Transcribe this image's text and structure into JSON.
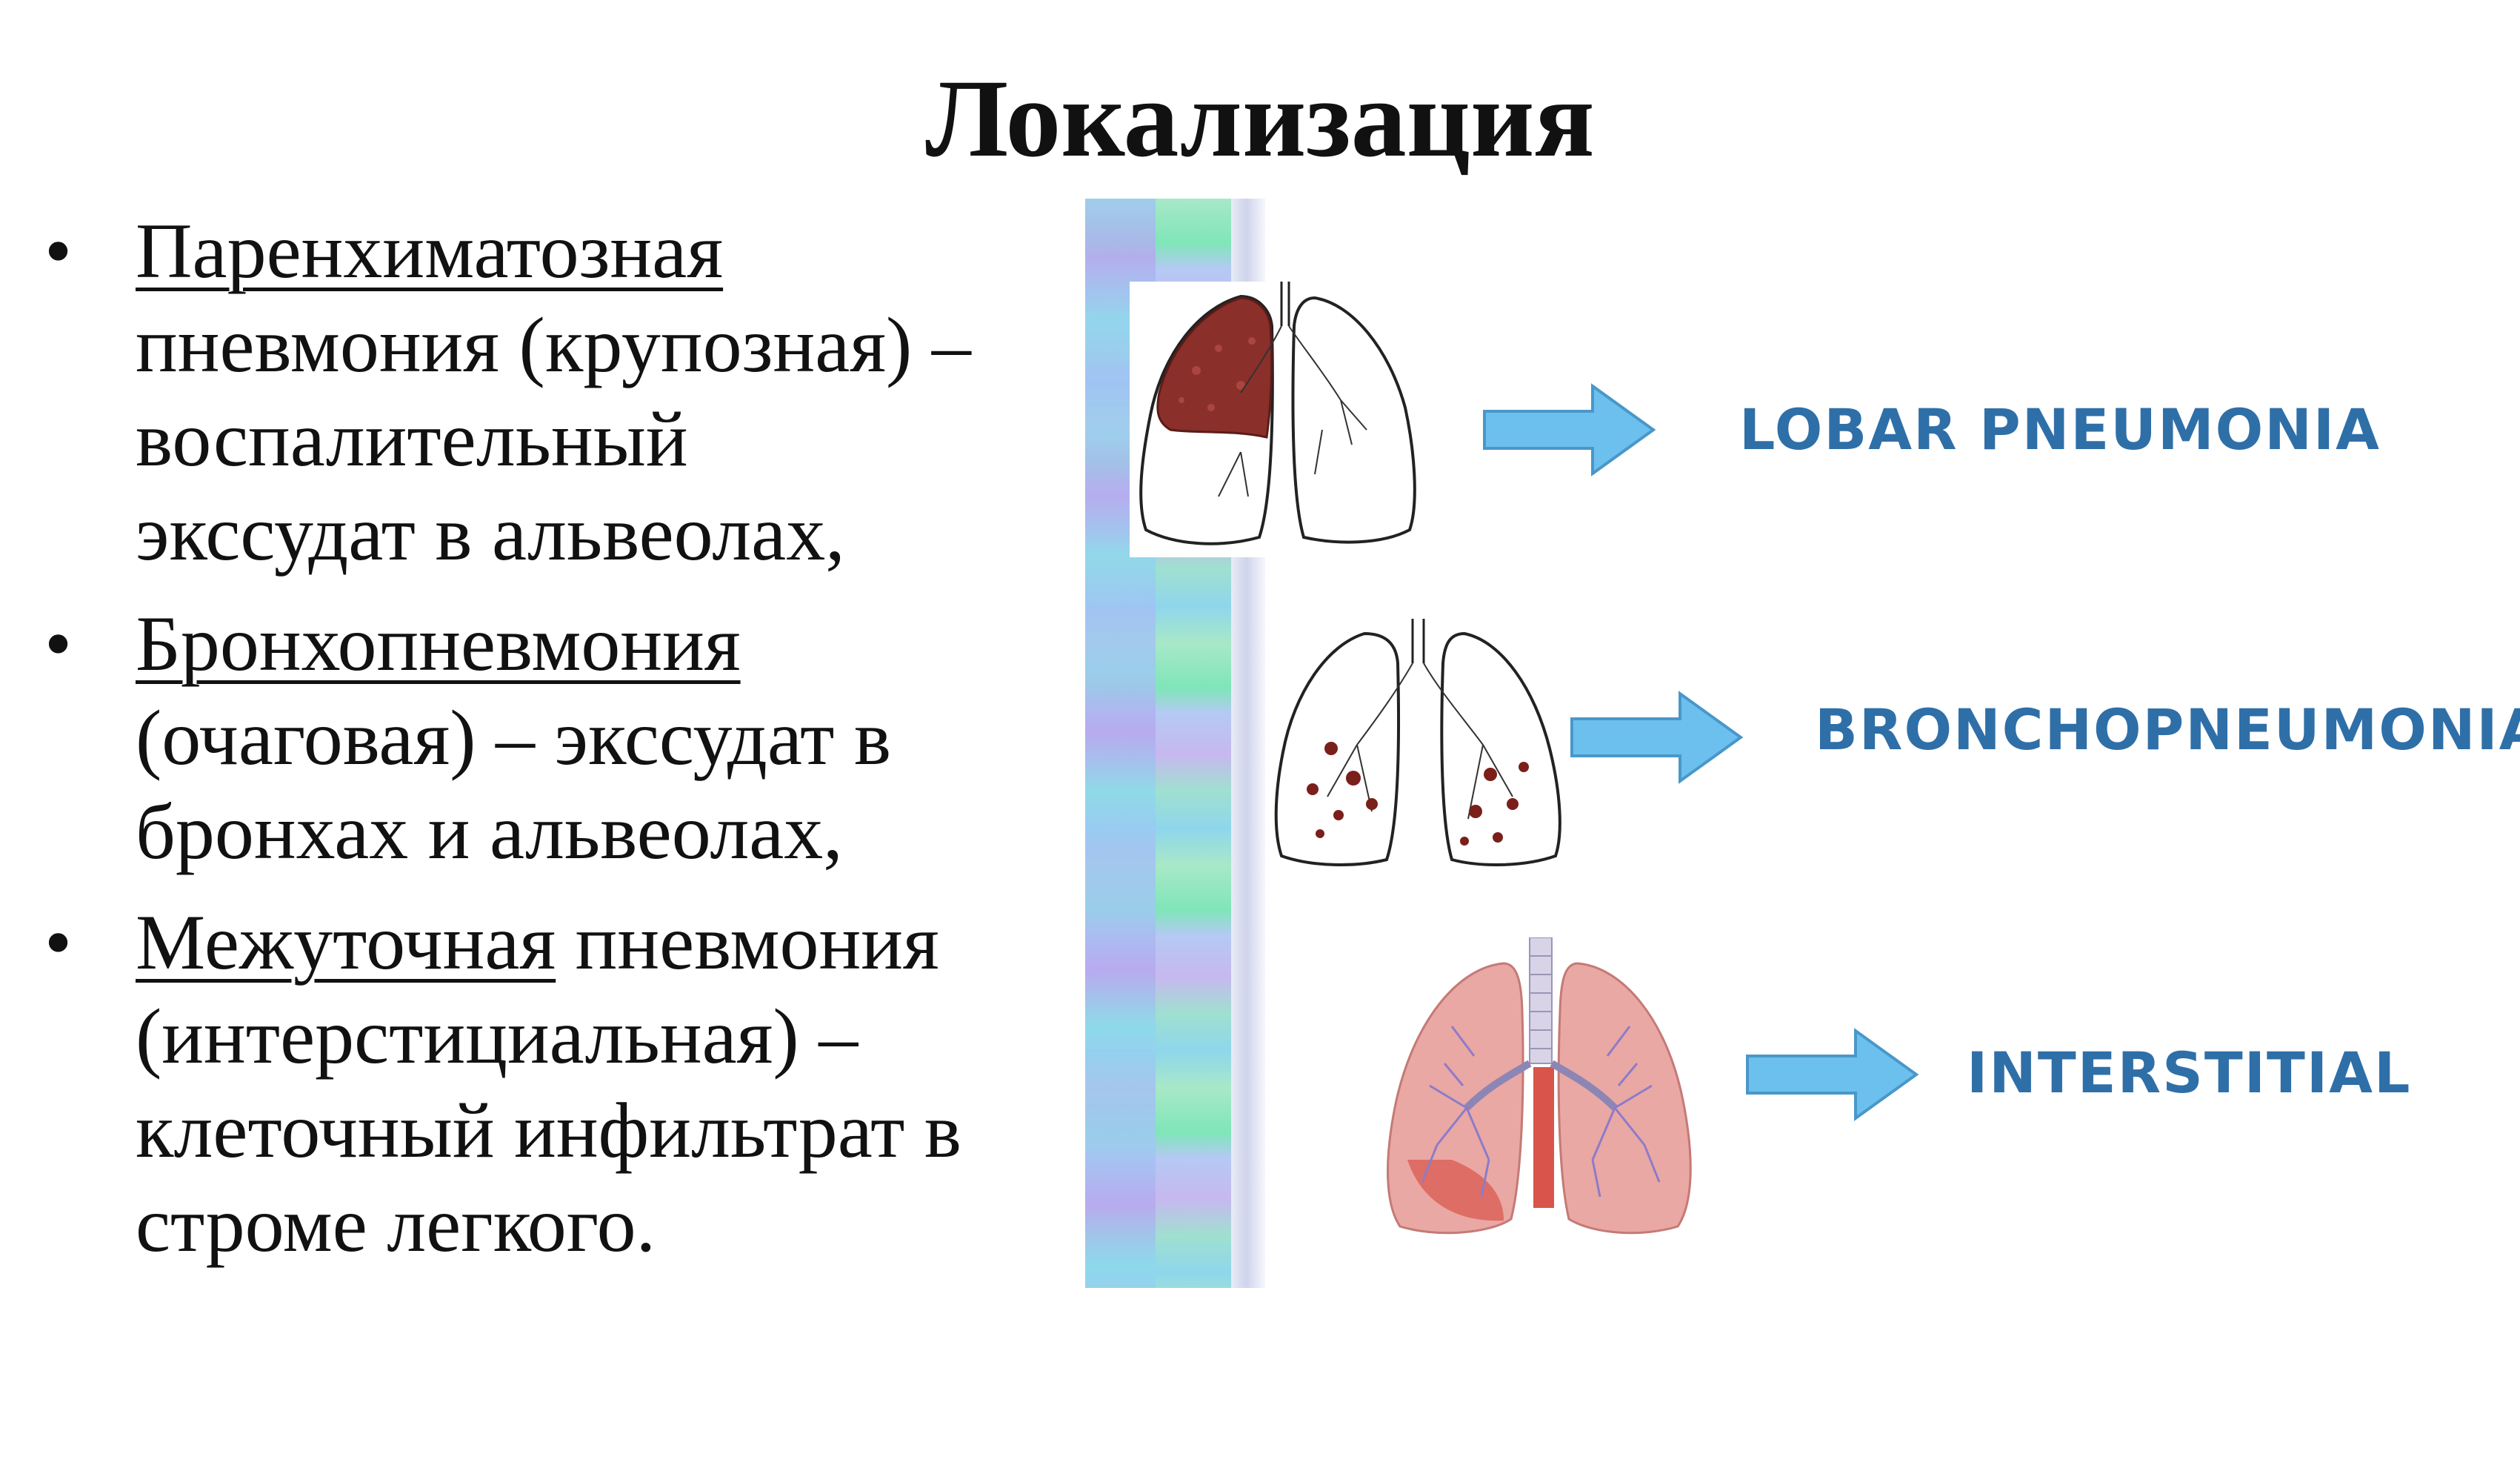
{
  "title": "Локализация",
  "bullets": [
    {
      "term": "Паренхиматозная",
      "rest_lines": [
        "пневмония (крупозная) –",
        "воспалительный",
        "экссудат в альвеолах,"
      ]
    },
    {
      "term": "Бронхопневмония",
      "rest_lines": [
        "(очаговая) – экссудат в",
        "бронхах и альвеолах,"
      ]
    },
    {
      "term": "Межуточная",
      "term_suffix": " пневмония",
      "rest_lines": [
        "(интерстициальная) –",
        "клеточный инфильтрат в",
        "строме легкого."
      ]
    }
  ],
  "bullet_symbol": "•",
  "labels": {
    "lobar": "LOBAR PNEUMONIA",
    "broncho": "BRONCHOPNEUMONIA",
    "interstitial": "INTERSTITIAL"
  },
  "colors": {
    "label_text": "#2f6fa8",
    "arrow_fill": "#6cc0ee",
    "arrow_stroke": "#4a97c9",
    "consolidation": "#8b2f2a",
    "lung_pink": "#e9a8a4"
  },
  "icons": [
    "lung-outline-lobar-icon",
    "lung-outline-broncho-icon",
    "lung-anatomical-icon",
    "right-arrow-icon"
  ]
}
